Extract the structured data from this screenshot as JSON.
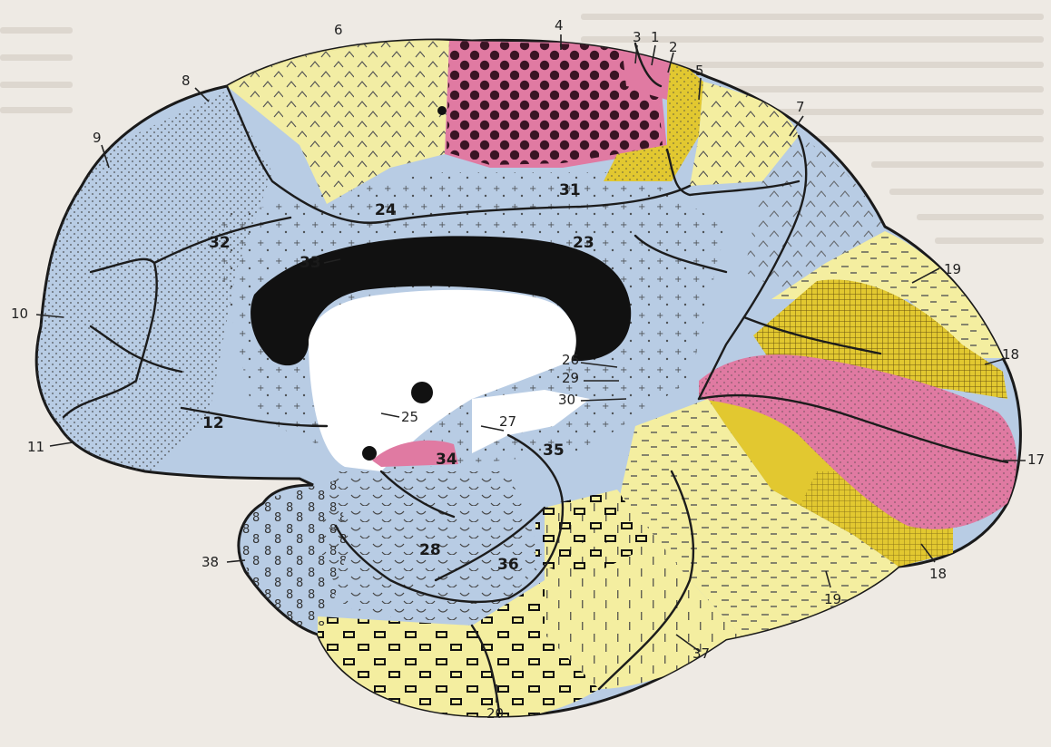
{
  "labels": {
    "l1": "1",
    "l2": "2",
    "l3": "3",
    "l4": "4",
    "l5": "5",
    "l6": "6",
    "l7": "7",
    "l8": "8",
    "l9": "9",
    "l10": "10",
    "l11": "11",
    "l12": "12",
    "l17": "17",
    "l18a": "18",
    "l18b": "18",
    "l19a": "19",
    "l19b": "19",
    "l20": "20",
    "l23": "23",
    "l24": "24",
    "l25": "25",
    "l26": "26",
    "l27": "27",
    "l28": "28",
    "l29": "29",
    "l30": "30",
    "l31": "31",
    "l32": "32",
    "l33": "33",
    "l34": "34",
    "l35": "35",
    "l36": "36",
    "l37": "37",
    "l38": "38"
  },
  "colors": {
    "blue": "#b8cce4",
    "yellow": "#f4eea0",
    "gold": "#e2c830",
    "pink": "#e07aa2",
    "black": "#111111",
    "background": "#eeeae4"
  }
}
